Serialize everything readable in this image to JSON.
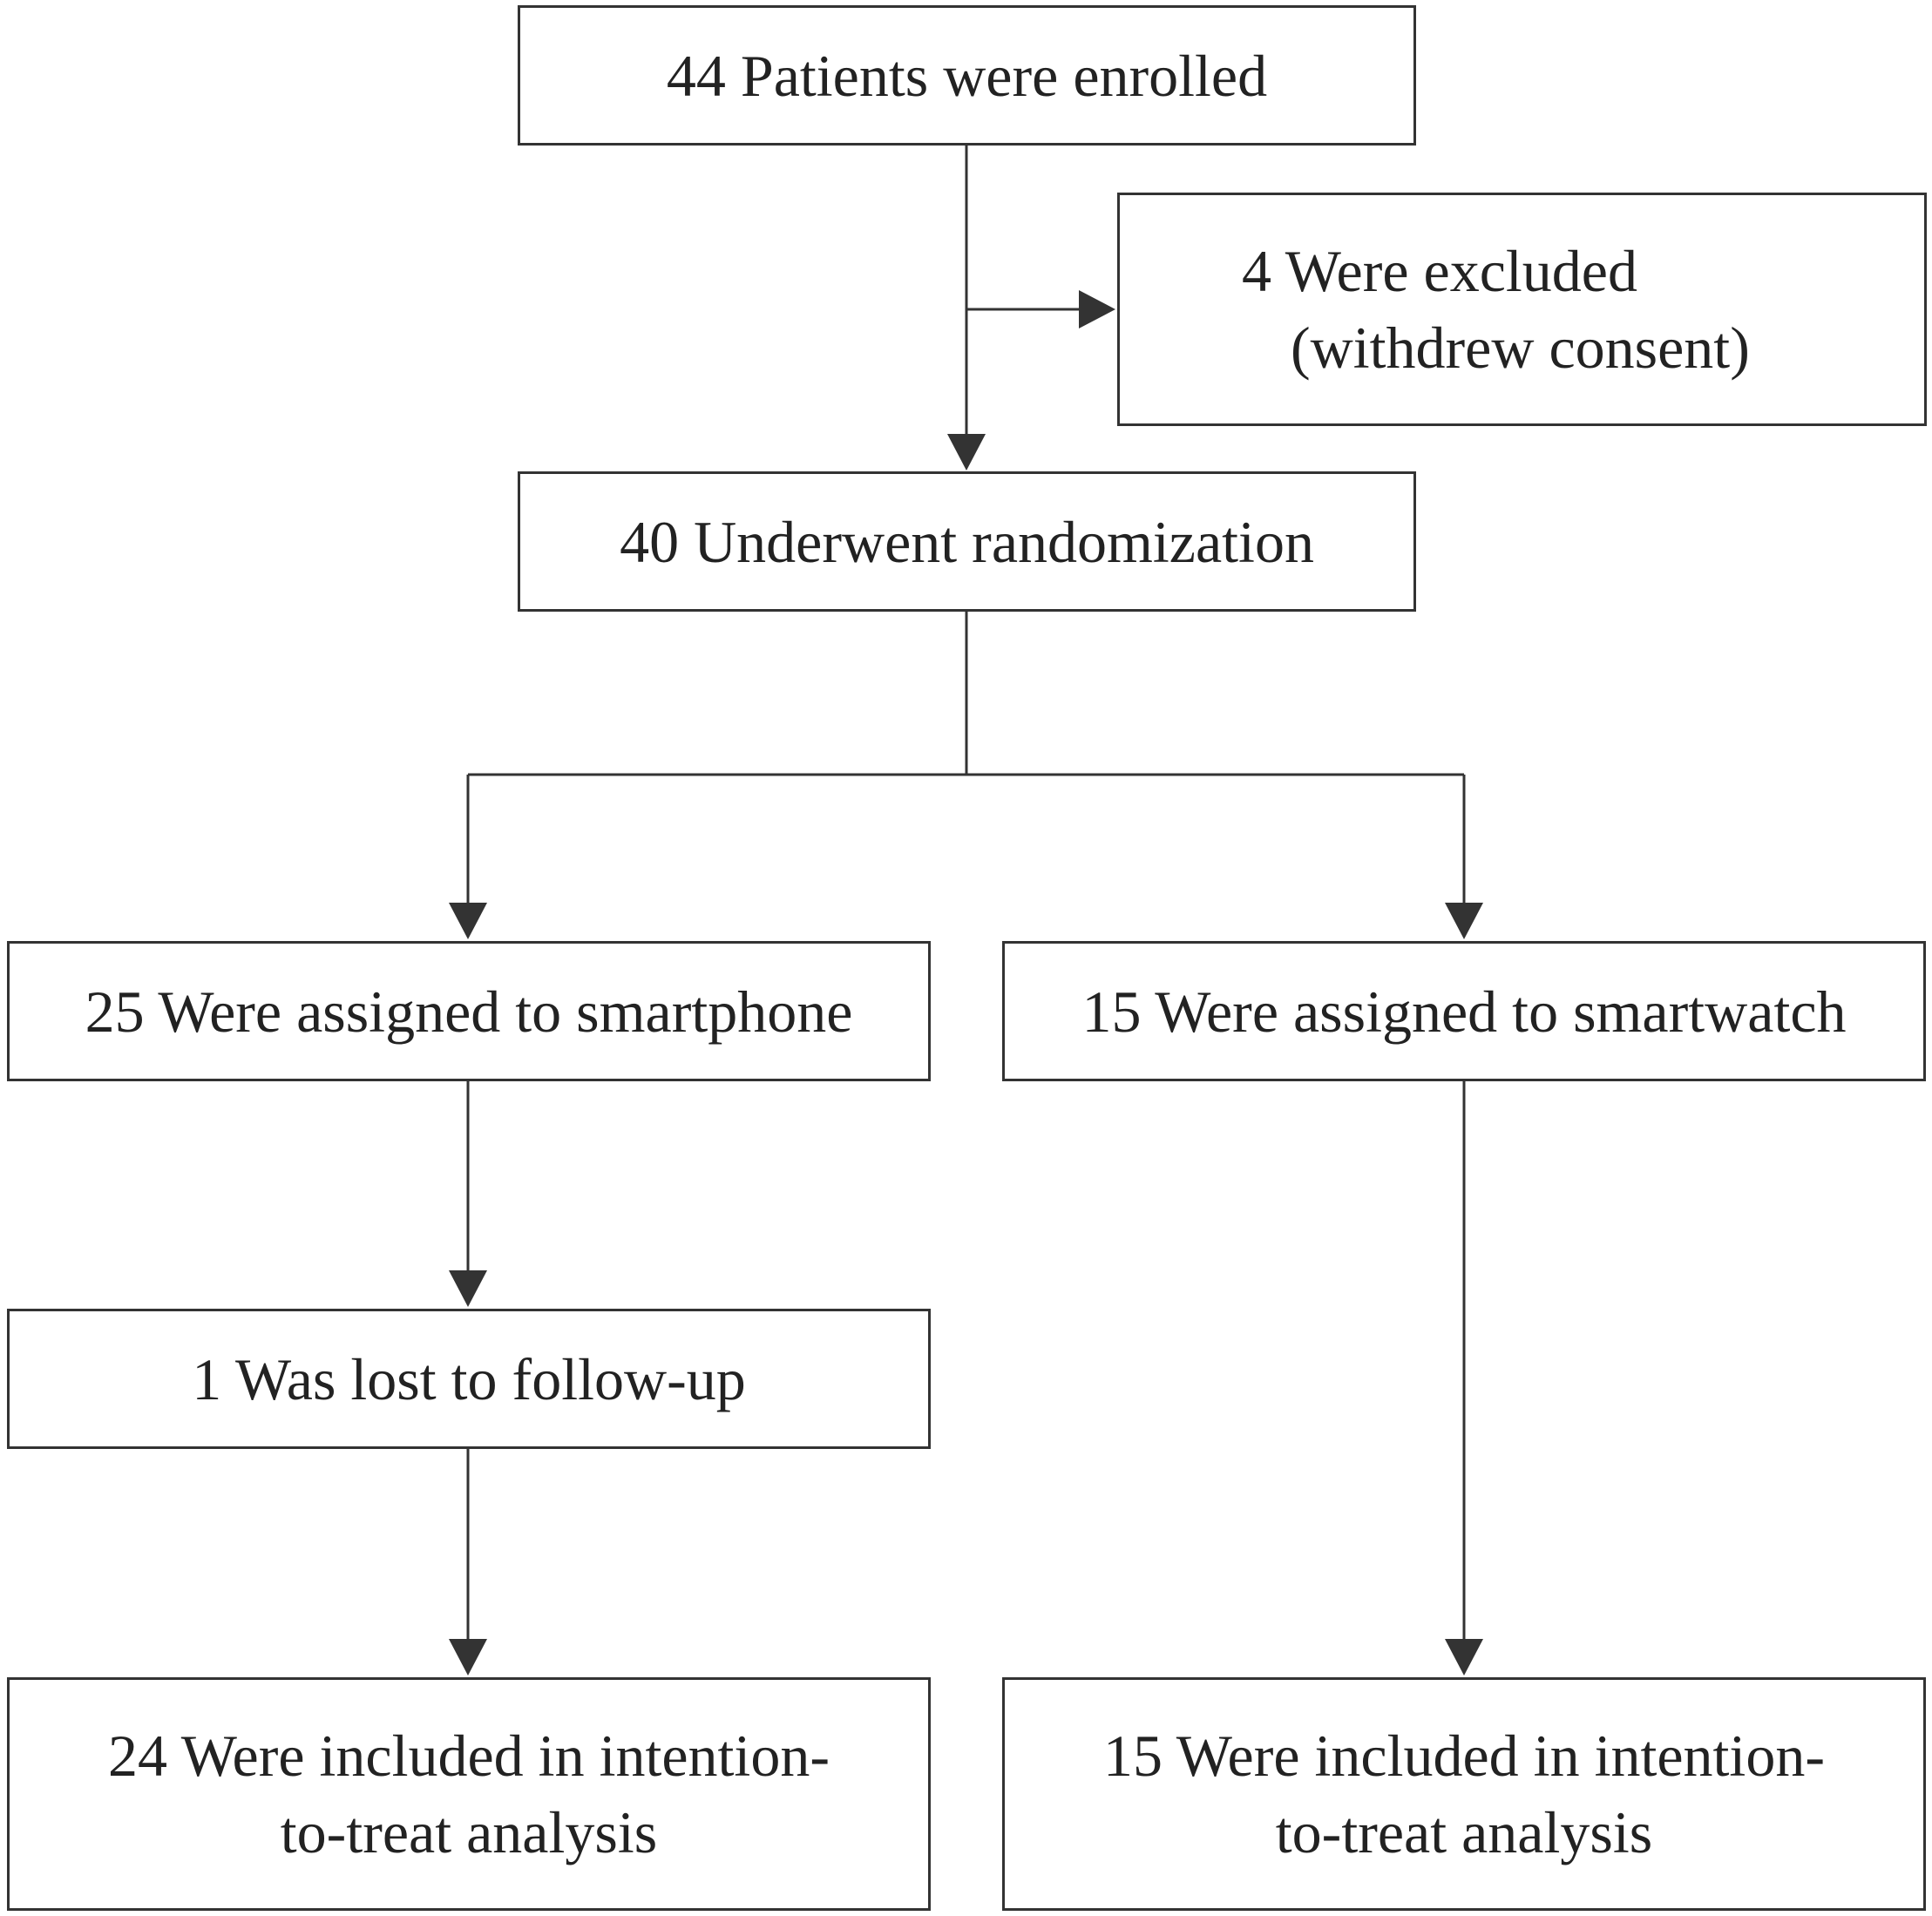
{
  "nodes": {
    "enrolled": {
      "lines": [
        "44 Patients were enrolled"
      ]
    },
    "excluded": {
      "lines": [
        "4 Were excluded",
        "(withdrew consent)"
      ]
    },
    "randomized": {
      "lines": [
        "40 Underwent randomization"
      ]
    },
    "smartphone": {
      "lines": [
        "25 Were assigned to smartphone"
      ]
    },
    "smartwatch": {
      "lines": [
        "15 Were assigned to smartwatch"
      ]
    },
    "lost": {
      "lines": [
        "1 Was lost to follow-up"
      ]
    },
    "itt_phone": {
      "lines": [
        "24 Were included in intention-",
        "to-treat analysis"
      ]
    },
    "itt_watch": {
      "lines": [
        "15 Were included in intention-",
        "to-treat analysis"
      ]
    }
  },
  "edges": [
    {
      "from": "enrolled",
      "to": "randomized"
    },
    {
      "from": "enrolled",
      "to": "excluded"
    },
    {
      "from": "randomized",
      "to": "smartphone"
    },
    {
      "from": "randomized",
      "to": "smartwatch"
    },
    {
      "from": "smartphone",
      "to": "lost"
    },
    {
      "from": "lost",
      "to": "itt_phone"
    },
    {
      "from": "smartwatch",
      "to": "itt_watch"
    }
  ],
  "colors": {
    "stroke": "#333333",
    "text": "#222222",
    "background": "#ffffff"
  }
}
